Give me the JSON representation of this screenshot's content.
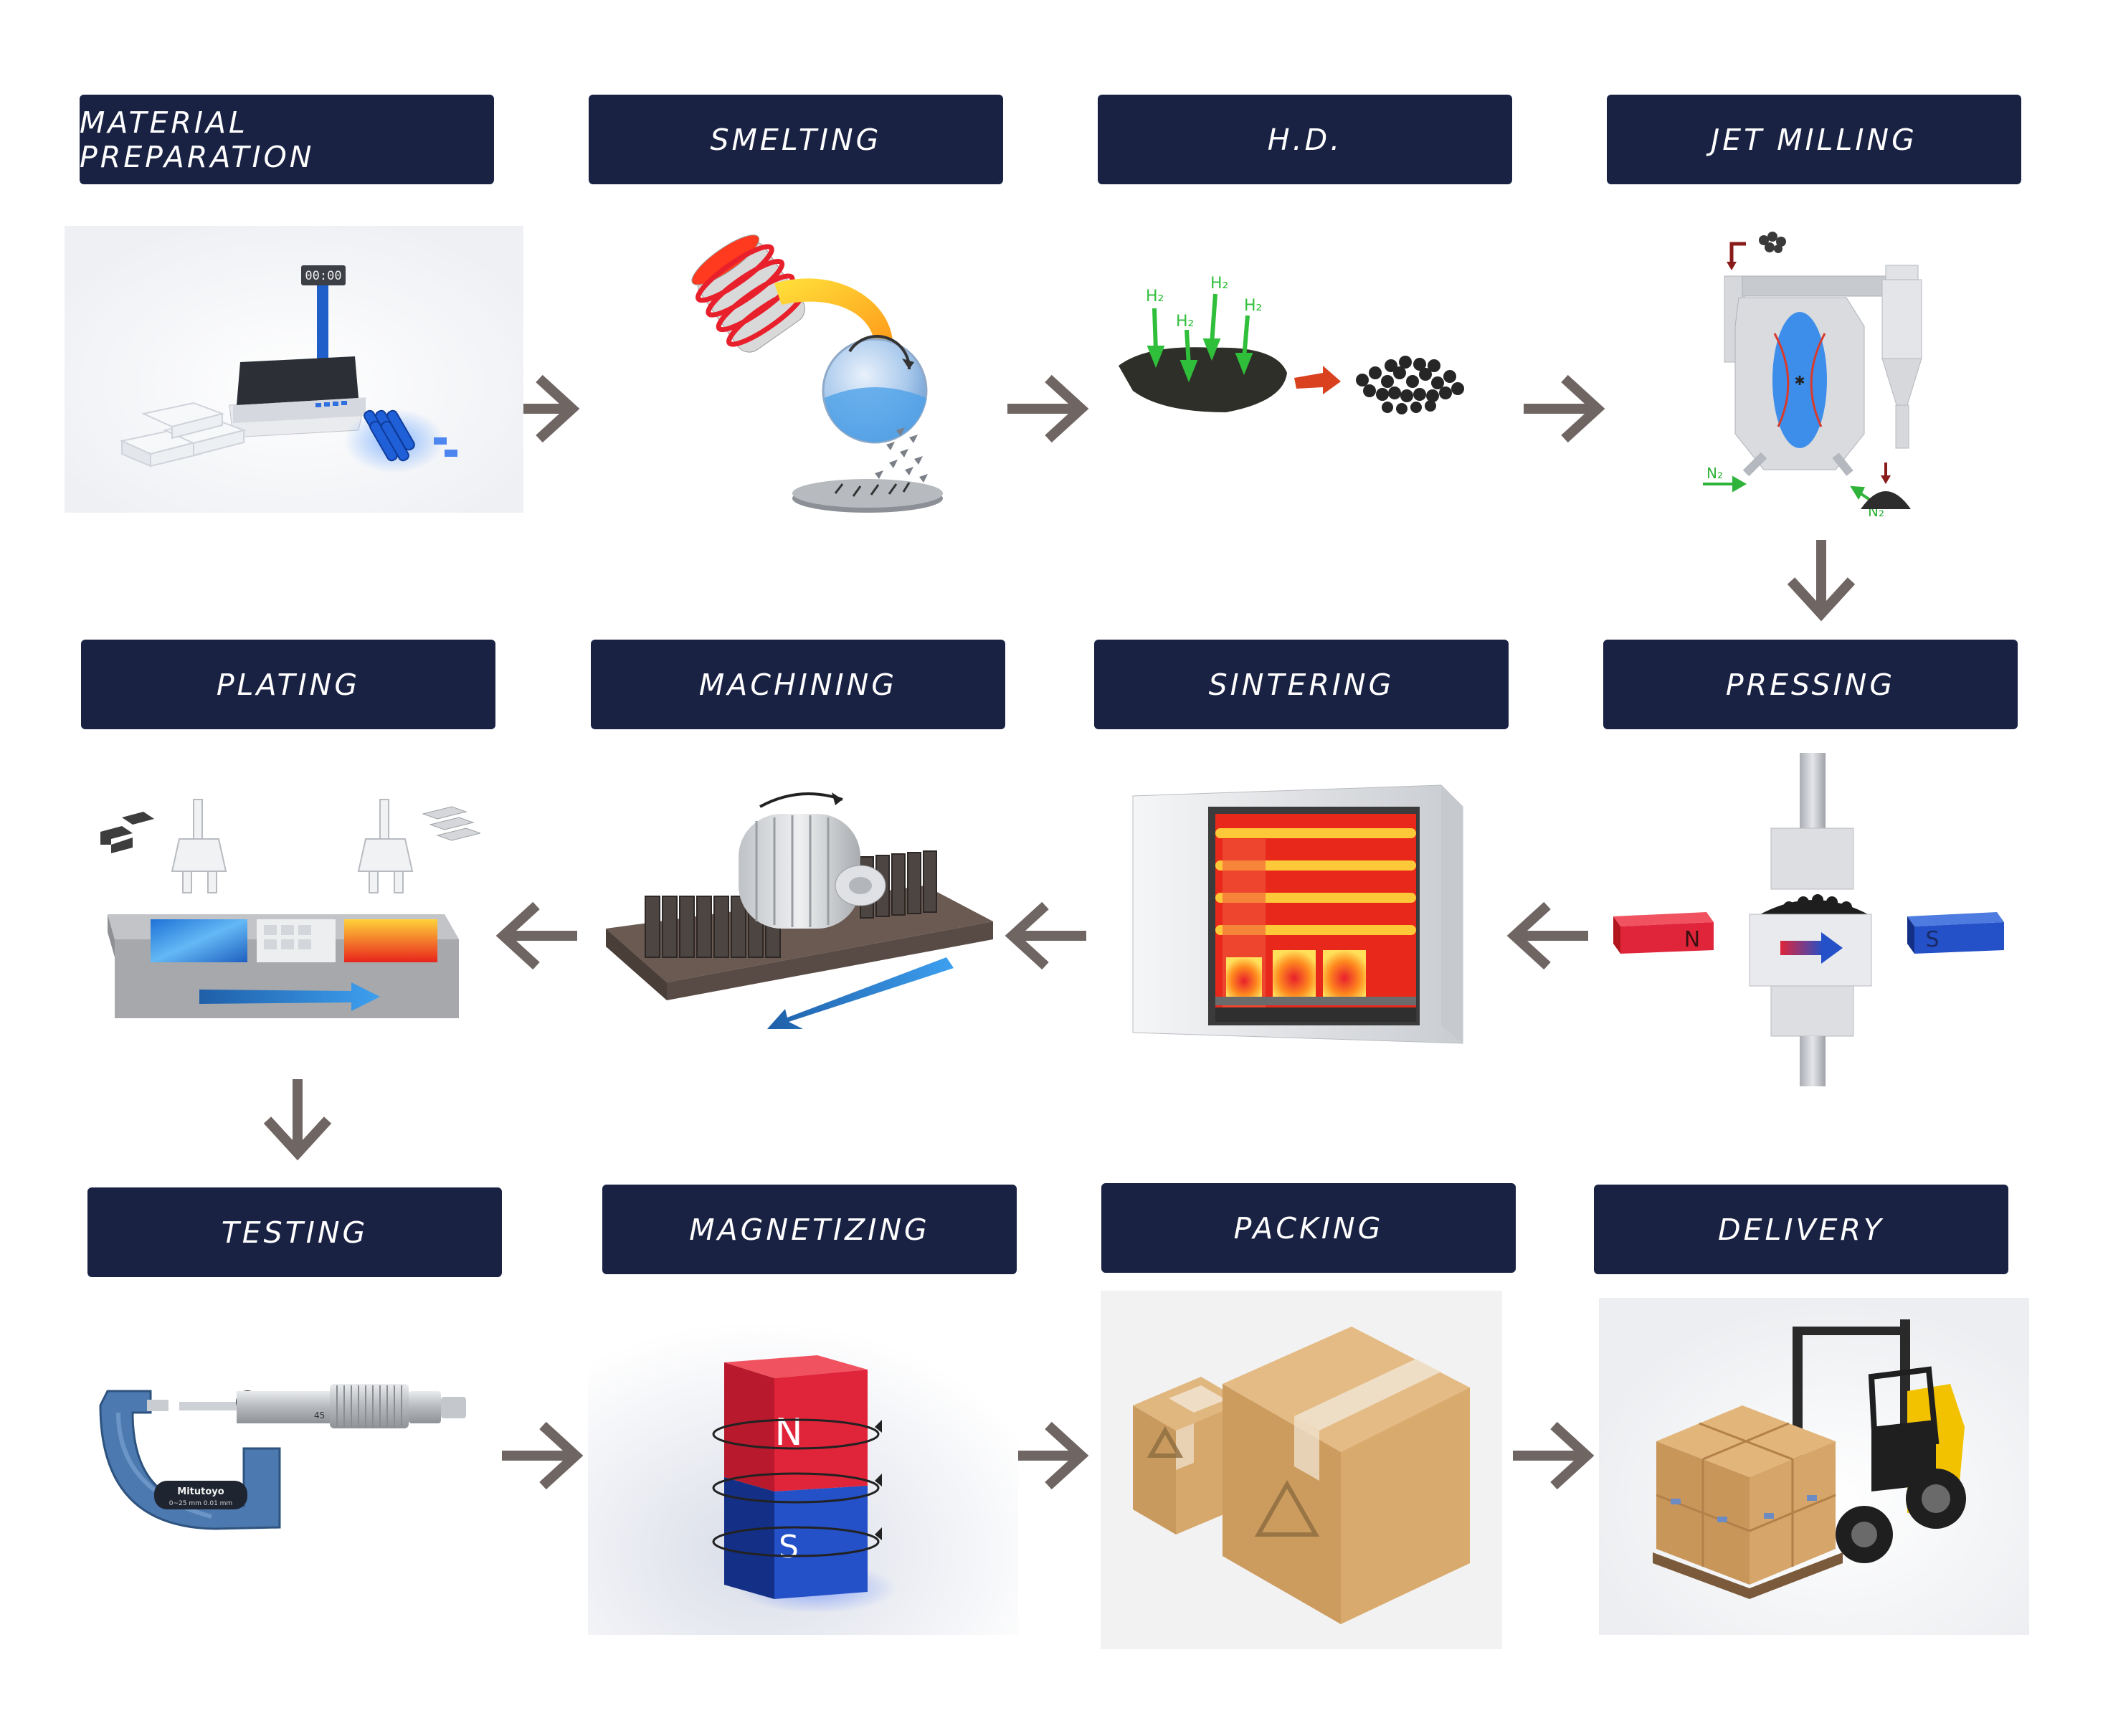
{
  "steps": [
    {
      "id": "material-preparation",
      "label": "MATERIAL PREPARATION"
    },
    {
      "id": "smelting",
      "label": "SMELTING"
    },
    {
      "id": "hd",
      "label": "H.D."
    },
    {
      "id": "jet-milling",
      "label": "JET MILLING"
    },
    {
      "id": "pressing",
      "label": "PRESSING"
    },
    {
      "id": "sintering",
      "label": "SINTERING"
    },
    {
      "id": "machining",
      "label": "MACHINING"
    },
    {
      "id": "plating",
      "label": "PLATING"
    },
    {
      "id": "testing",
      "label": "TESTING"
    },
    {
      "id": "magnetizing",
      "label": "MAGNETIZING"
    },
    {
      "id": "packing",
      "label": "PACKING"
    },
    {
      "id": "delivery",
      "label": "DELIVERY"
    }
  ],
  "illustration_text": {
    "scale_display": "00:00",
    "h2": "H₂",
    "n2": "N₂",
    "pole_n": "N",
    "pole_s": "S",
    "micrometer_brand": "Mitutoyo",
    "micrometer_spec": "0~25 mm   0.01 mm",
    "micrometer_scale_45": "45"
  },
  "colors": {
    "label_bg": "#1a2244",
    "label_text": "#ffffff",
    "arrow": "#6f6562",
    "heat_red": "#e8241c",
    "heat_yellow": "#ffd23a",
    "magnet_red": "#e0243a",
    "magnet_blue": "#2450c8",
    "cardboard": "#d7a86c"
  }
}
